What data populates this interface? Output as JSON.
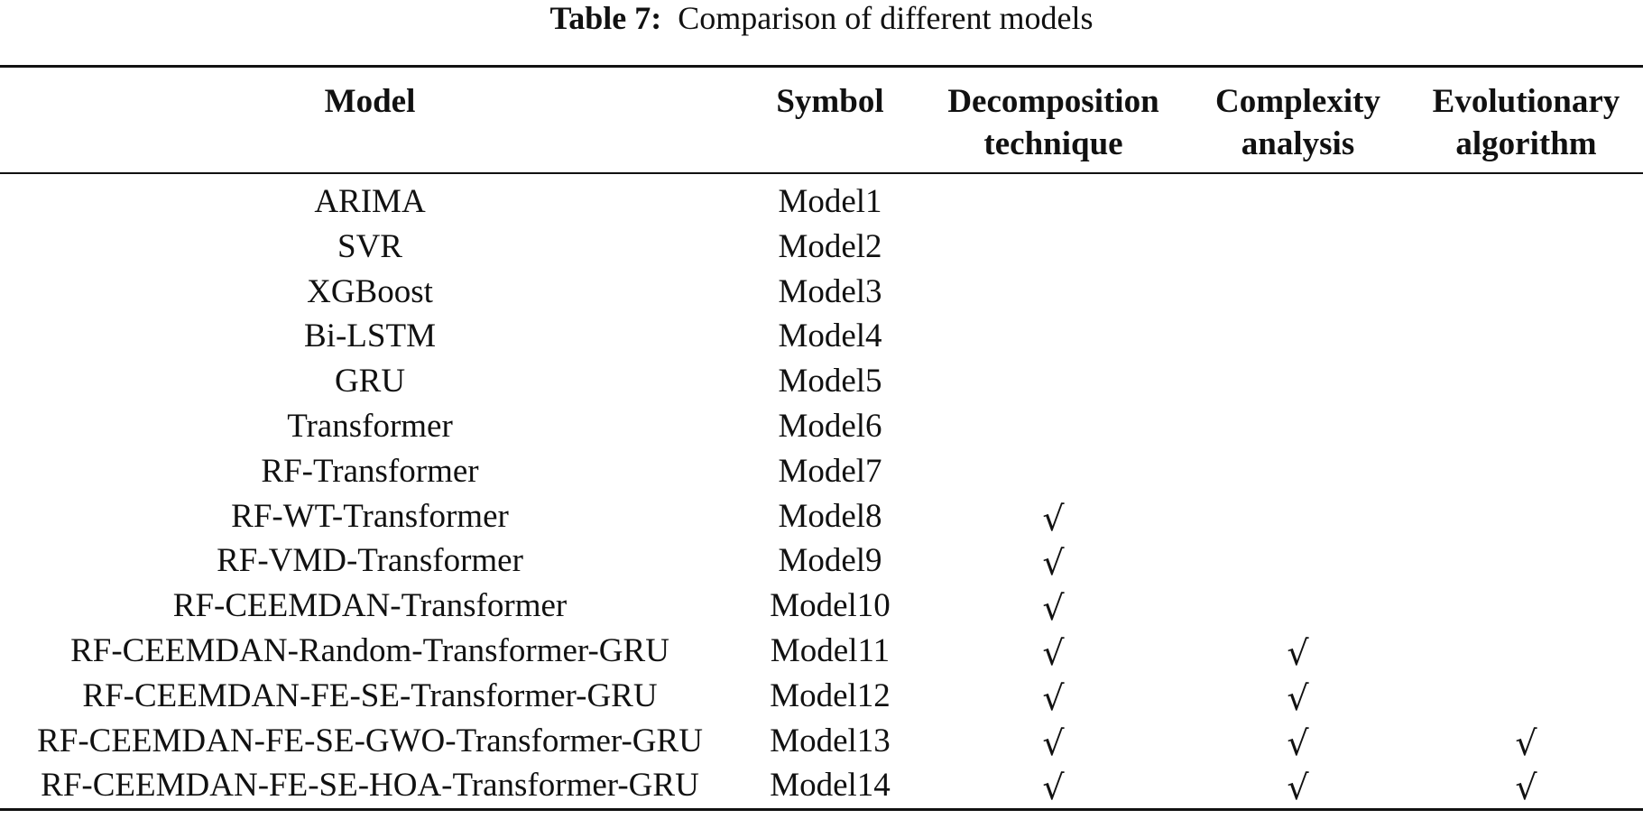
{
  "caption": {
    "label": "Table 7:",
    "text": "Comparison of different models"
  },
  "headers": {
    "model": "Model",
    "symbol": "Symbol",
    "decomposition": [
      "Decomposition",
      "technique"
    ],
    "complexity": [
      "Complexity",
      "analysis"
    ],
    "evolutionary": [
      "Evolutionary",
      "algorithm"
    ]
  },
  "check_glyph": "√",
  "rows": [
    {
      "model": "ARIMA",
      "symbol": "Model1",
      "decomposition": "",
      "complexity": "",
      "evolutionary": ""
    },
    {
      "model": "SVR",
      "symbol": "Model2",
      "decomposition": "",
      "complexity": "",
      "evolutionary": ""
    },
    {
      "model": "XGBoost",
      "symbol": "Model3",
      "decomposition": "",
      "complexity": "",
      "evolutionary": ""
    },
    {
      "model": "Bi-LSTM",
      "symbol": "Model4",
      "decomposition": "",
      "complexity": "",
      "evolutionary": ""
    },
    {
      "model": "GRU",
      "symbol": "Model5",
      "decomposition": "",
      "complexity": "",
      "evolutionary": ""
    },
    {
      "model": "Transformer",
      "symbol": "Model6",
      "decomposition": "",
      "complexity": "",
      "evolutionary": ""
    },
    {
      "model": "RF-Transformer",
      "symbol": "Model7",
      "decomposition": "",
      "complexity": "",
      "evolutionary": ""
    },
    {
      "model": "RF-WT-Transformer",
      "symbol": "Model8",
      "decomposition": "√",
      "complexity": "",
      "evolutionary": ""
    },
    {
      "model": "RF-VMD-Transformer",
      "symbol": "Model9",
      "decomposition": "√",
      "complexity": "",
      "evolutionary": ""
    },
    {
      "model": "RF-CEEMDAN-Transformer",
      "symbol": "Model10",
      "decomposition": "√",
      "complexity": "",
      "evolutionary": ""
    },
    {
      "model": "RF-CEEMDAN-Random-Transformer-GRU",
      "symbol": "Model11",
      "decomposition": "√",
      "complexity": "√",
      "evolutionary": ""
    },
    {
      "model": "RF-CEEMDAN-FE-SE-Transformer-GRU",
      "symbol": "Model12",
      "decomposition": "√",
      "complexity": "√",
      "evolutionary": ""
    },
    {
      "model": "RF-CEEMDAN-FE-SE-GWO-Transformer-GRU",
      "symbol": "Model13",
      "decomposition": "√",
      "complexity": "√",
      "evolutionary": "√"
    },
    {
      "model": "RF-CEEMDAN-FE-SE-HOA-Transformer-GRU",
      "symbol": "Model14",
      "decomposition": "√",
      "complexity": "√",
      "evolutionary": "√"
    }
  ]
}
